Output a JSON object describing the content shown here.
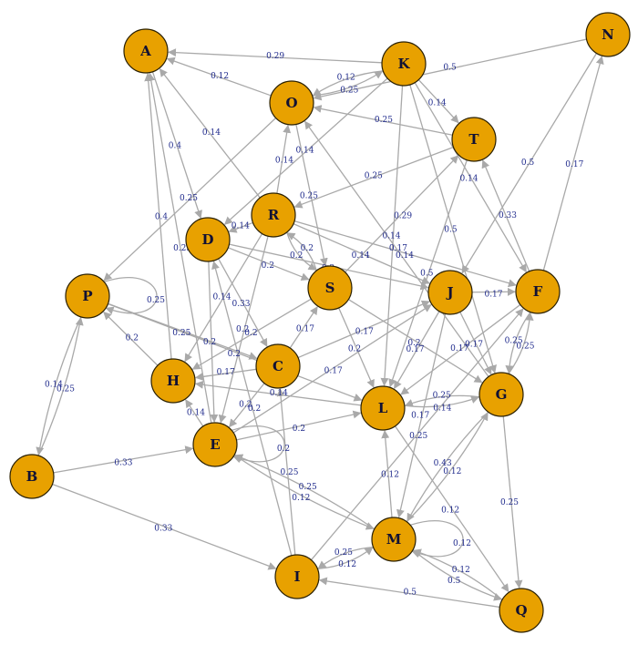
{
  "colors": {
    "node_fill": "#e8a100",
    "node_stroke": "#2a2000",
    "edge": "#a9a9a9",
    "edge_label": "#1f2a8c"
  },
  "nodes": [
    {
      "id": "A"
    },
    {
      "id": "K"
    },
    {
      "id": "N"
    },
    {
      "id": "O"
    },
    {
      "id": "T"
    },
    {
      "id": "R"
    },
    {
      "id": "D"
    },
    {
      "id": "S"
    },
    {
      "id": "J"
    },
    {
      "id": "F"
    },
    {
      "id": "P"
    },
    {
      "id": "C"
    },
    {
      "id": "H"
    },
    {
      "id": "L"
    },
    {
      "id": "G"
    },
    {
      "id": "E"
    },
    {
      "id": "B"
    },
    {
      "id": "M"
    },
    {
      "id": "I"
    },
    {
      "id": "Q"
    }
  ],
  "edges": [
    {
      "from": "K",
      "to": "A",
      "label": "0.29"
    },
    {
      "from": "O",
      "to": "A",
      "label": "0.12"
    },
    {
      "from": "A",
      "to": "D",
      "label": "0.4"
    },
    {
      "from": "R",
      "to": "A",
      "label": "0.14"
    },
    {
      "from": "H",
      "to": "A",
      "label": "0.4"
    },
    {
      "from": "E",
      "to": "A",
      "label": "0.25"
    },
    {
      "from": "N",
      "to": "O",
      "label": "0.5"
    },
    {
      "from": "O",
      "to": "K",
      "label": "0.25"
    },
    {
      "from": "K",
      "to": "O",
      "label": "0.12"
    },
    {
      "from": "T",
      "to": "O",
      "label": "0.25"
    },
    {
      "from": "K",
      "to": "T",
      "label": "0.14"
    },
    {
      "from": "K",
      "to": "D",
      "label": "0.14"
    },
    {
      "from": "K",
      "to": "L",
      "label": "0.14"
    },
    {
      "from": "K",
      "to": "F",
      "label": "0.14"
    },
    {
      "from": "K",
      "to": "G",
      "label": "0.5"
    },
    {
      "from": "O",
      "to": "P",
      "label": "0.25"
    },
    {
      "from": "O",
      "to": "S",
      "label": "0.25"
    },
    {
      "from": "R",
      "to": "O",
      "label": "0.14"
    },
    {
      "from": "G",
      "to": "O",
      "label": "0.17"
    },
    {
      "from": "N",
      "to": "J",
      "label": "0.5"
    },
    {
      "from": "F",
      "to": "N",
      "label": "0.17"
    },
    {
      "from": "T",
      "to": "R",
      "label": "0.25"
    },
    {
      "from": "S",
      "to": "T",
      "label": "0.29"
    },
    {
      "from": "F",
      "to": "T",
      "label": "0.33"
    },
    {
      "from": "T",
      "to": "L",
      "label": "0.5"
    },
    {
      "from": "R",
      "to": "D",
      "label": "0.14"
    },
    {
      "from": "R",
      "to": "S",
      "label": "0.2"
    },
    {
      "from": "R",
      "to": "J",
      "label": "0.14"
    },
    {
      "from": "R",
      "to": "F",
      "label": "0.14"
    },
    {
      "from": "R",
      "to": "H",
      "label": "0.14"
    },
    {
      "from": "R",
      "to": "E",
      "label": "0.2"
    },
    {
      "from": "D",
      "to": "S",
      "label": "0.2"
    },
    {
      "from": "D",
      "to": "E",
      "label": "0.2"
    },
    {
      "from": "D",
      "to": "C",
      "label": "0.33"
    },
    {
      "from": "I",
      "to": "D",
      "label": "0.2"
    },
    {
      "from": "D",
      "to": "J",
      "label": "0.2"
    },
    {
      "from": "S",
      "to": "R",
      "label": "0.2"
    },
    {
      "from": "S",
      "to": "L",
      "label": "0.2"
    },
    {
      "from": "S",
      "to": "G",
      "label": "0.2"
    },
    {
      "from": "C",
      "to": "S",
      "label": "0.17"
    },
    {
      "from": "S",
      "to": "H",
      "label": "0.2"
    },
    {
      "from": "J",
      "to": "F",
      "label": "0.17"
    },
    {
      "from": "J",
      "to": "L",
      "label": "0.17"
    },
    {
      "from": "J",
      "to": "M",
      "label": "0.17"
    },
    {
      "from": "J",
      "to": "G",
      "label": "0.17"
    },
    {
      "from": "C",
      "to": "J",
      "label": "0.17"
    },
    {
      "from": "E",
      "to": "J",
      "label": "0.17"
    },
    {
      "from": "F",
      "to": "L",
      "label": "0.17"
    },
    {
      "from": "G",
      "to": "F",
      "label": "0.25"
    },
    {
      "from": "F",
      "to": "G",
      "label": "0.25"
    },
    {
      "from": "I",
      "to": "F",
      "label": "0.25"
    },
    {
      "from": "P",
      "to": "P",
      "label": "0.25"
    },
    {
      "from": "P",
      "to": "B",
      "label": "0.14"
    },
    {
      "from": "P",
      "to": "C",
      "label": "0.25"
    },
    {
      "from": "H",
      "to": "P",
      "label": "0.2"
    },
    {
      "from": "B",
      "to": "P",
      "label": "0.25"
    },
    {
      "from": "P",
      "to": "L",
      "label": "0.2"
    },
    {
      "from": "C",
      "to": "H",
      "label": "0.17"
    },
    {
      "from": "C",
      "to": "E",
      "label": "0.2"
    },
    {
      "from": "L",
      "to": "H",
      "label": "0.14"
    },
    {
      "from": "E",
      "to": "H",
      "label": "0.14"
    },
    {
      "from": "G",
      "to": "L",
      "label": "0.25"
    },
    {
      "from": "L",
      "to": "G",
      "label": "0.14"
    },
    {
      "from": "M",
      "to": "L",
      "label": "0.12"
    },
    {
      "from": "L",
      "to": "Q",
      "label": "0.12"
    },
    {
      "from": "G",
      "to": "M",
      "label": "0.43"
    },
    {
      "from": "M",
      "to": "G",
      "label": "0.12"
    },
    {
      "from": "G",
      "to": "Q",
      "label": "0.25"
    },
    {
      "from": "E",
      "to": "E",
      "label": "0.2"
    },
    {
      "from": "E",
      "to": "L",
      "label": "0.2"
    },
    {
      "from": "E",
      "to": "M",
      "label": "0.12"
    },
    {
      "from": "M",
      "to": "E",
      "label": "0.25"
    },
    {
      "from": "B",
      "to": "E",
      "label": "0.33"
    },
    {
      "from": "B",
      "to": "I",
      "label": "0.33"
    },
    {
      "from": "M",
      "to": "M",
      "label": "0.12"
    },
    {
      "from": "M",
      "to": "I",
      "label": "0.25"
    },
    {
      "from": "I",
      "to": "M",
      "label": "0.12"
    },
    {
      "from": "M",
      "to": "Q",
      "label": "0.5"
    },
    {
      "from": "Q",
      "to": "M",
      "label": "0.12"
    },
    {
      "from": "Q",
      "to": "I",
      "label": "0.5"
    },
    {
      "from": "I",
      "to": "C",
      "label": "0.25"
    }
  ]
}
